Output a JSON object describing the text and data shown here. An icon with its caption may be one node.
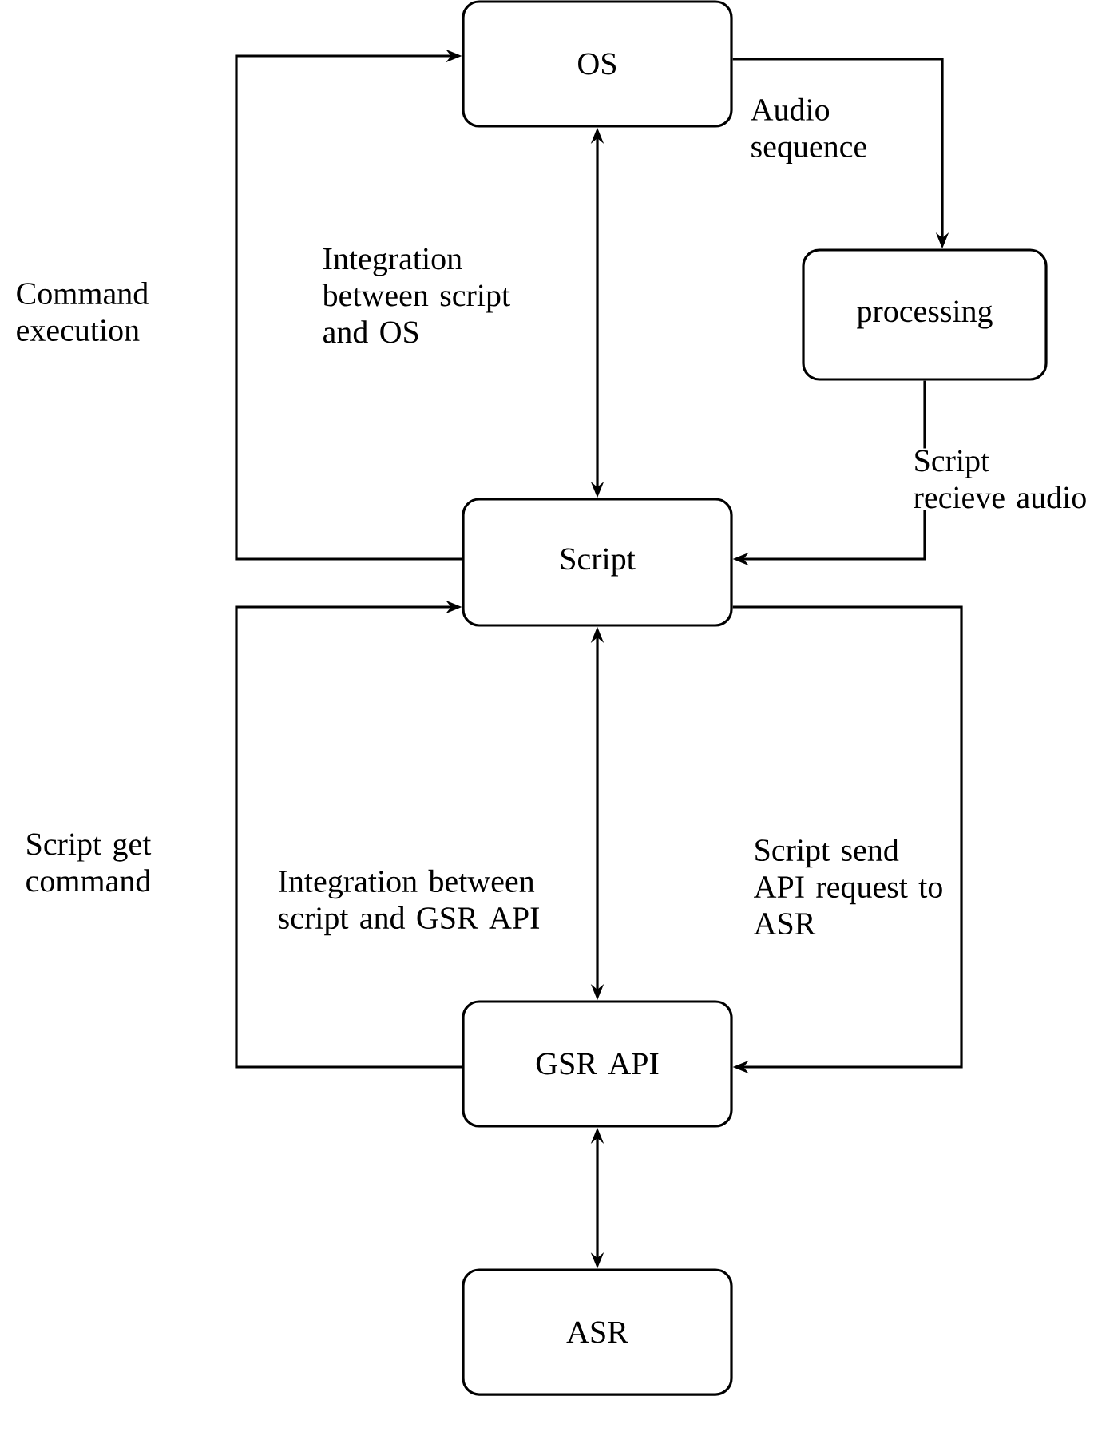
{
  "diagram": {
    "nodes": [
      {
        "text": [
          "OS"
        ]
      },
      {
        "text": [
          "processing"
        ]
      },
      {
        "text": [
          "Script"
        ]
      },
      {
        "text": [
          "GSR API"
        ]
      },
      {
        "text": [
          "ASR"
        ]
      }
    ],
    "edges": [
      {
        "from": 2,
        "to": 0,
        "arrow": "to",
        "label": "Command execution"
      },
      {
        "from": 0,
        "to": 2,
        "arrow": "both",
        "label": "Integration between script and OS"
      },
      {
        "from": 0,
        "to": 1,
        "arrow": "to",
        "label": "Audio sequence"
      },
      {
        "from": 1,
        "to": 2,
        "arrow": "to",
        "label": "Script recieve audio"
      },
      {
        "from": 3,
        "to": 2,
        "arrow": "to",
        "label": "Script get command"
      },
      {
        "from": 2,
        "to": 3,
        "arrow": "both",
        "label": "Integration between script and GSR API"
      },
      {
        "from": 2,
        "to": 3,
        "arrow": "to",
        "label": "Script send API request to ASR"
      },
      {
        "from": 3,
        "to": 4,
        "arrow": "both"
      }
    ]
  }
}
